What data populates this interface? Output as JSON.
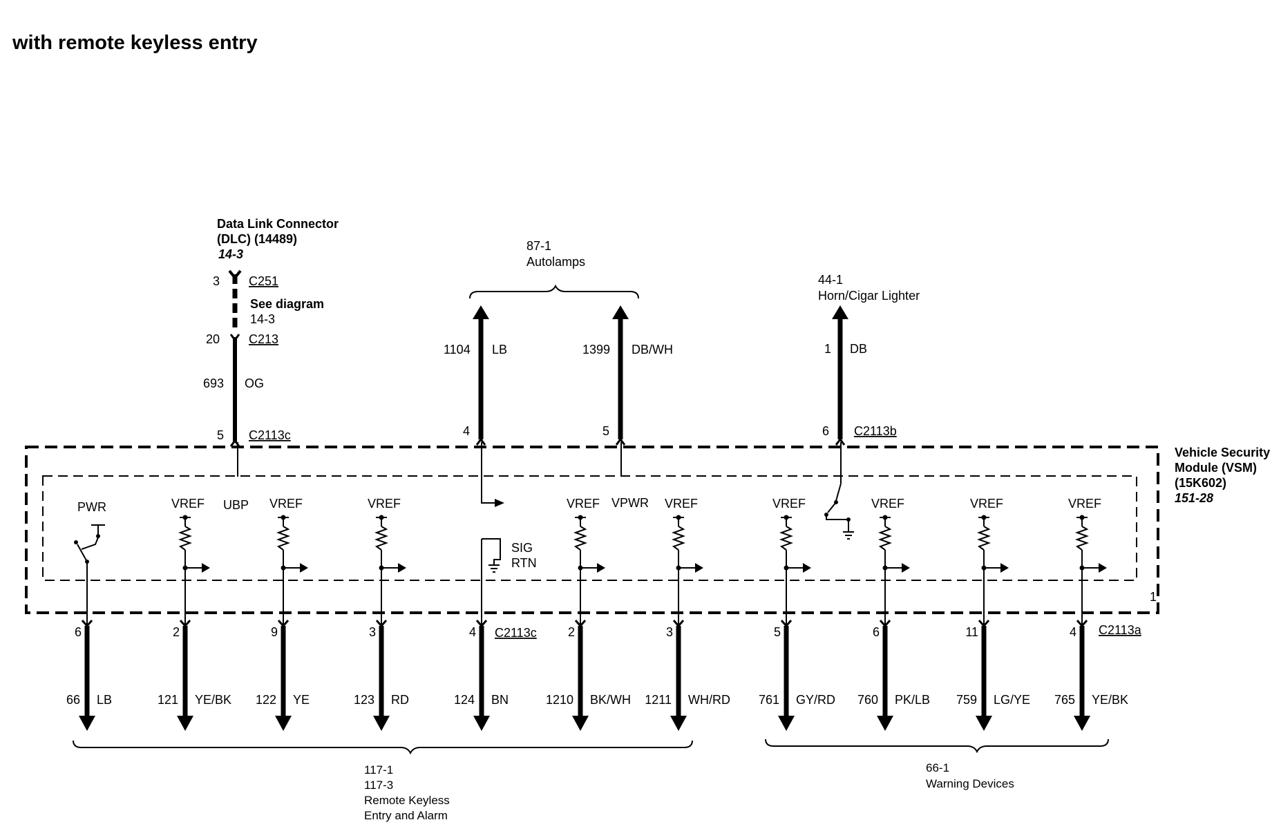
{
  "title": "with remote keyless entry",
  "dlc": {
    "name_line1": "Data Link Connector",
    "name_line2": "(DLC) (14489)",
    "ref": "14-3",
    "pin_top": "3",
    "connector_top": "C251",
    "see_line1": "See diagram",
    "see_line2": "14-3",
    "pin_mid": "20",
    "connector_mid": "C213",
    "circuit": "693",
    "color": "OG",
    "pin_bottom": "5",
    "connector_bottom": "C2113c"
  },
  "autolamps": {
    "ref": "87-1",
    "label": "Autolamps",
    "wires": [
      {
        "circuit": "1104",
        "color": "LB",
        "pin": "4"
      },
      {
        "circuit": "1399",
        "color": "DB/WH",
        "pin": "5"
      }
    ]
  },
  "horn": {
    "ref": "44-1",
    "label": "Horn/Cigar Lighter",
    "circuit": "1",
    "color": "DB",
    "pin": "6",
    "connector": "C2113b"
  },
  "module": {
    "name_line1": "Vehicle Security",
    "name_line2": "Module (VSM)",
    "name_line3": "(15K602)",
    "ref": "151-28",
    "inner_pin": "1",
    "internal_labels": {
      "pwr": "PWR",
      "vref": "VREF",
      "ubp": "UBP",
      "vpwr": "VPWR",
      "sig": "SIG",
      "rtn": "RTN"
    }
  },
  "bottom_connectors": {
    "left": "C2113c",
    "right": "C2113a"
  },
  "bottom_wires": [
    {
      "pin": "6",
      "circuit": "66",
      "color": "LB"
    },
    {
      "pin": "2",
      "circuit": "121",
      "color": "YE/BK"
    },
    {
      "pin": "9",
      "circuit": "122",
      "color": "YE"
    },
    {
      "pin": "3",
      "circuit": "123",
      "color": "RD"
    },
    {
      "pin": "4",
      "circuit": "124",
      "color": "BN"
    },
    {
      "pin": "2",
      "circuit": "1210",
      "color": "BK/WH"
    },
    {
      "pin": "3",
      "circuit": "1211",
      "color": "WH/RD"
    },
    {
      "pin": "5",
      "circuit": "761",
      "color": "GY/RD"
    },
    {
      "pin": "6",
      "circuit": "760",
      "color": "PK/LB"
    },
    {
      "pin": "11",
      "circuit": "759",
      "color": "LG/YE"
    },
    {
      "pin": "4",
      "circuit": "765",
      "color": "YE/BK"
    }
  ],
  "rke_group": {
    "ref1": "117-1",
    "ref2": "117-3",
    "label1": "Remote Keyless",
    "label2": "Entry and Alarm"
  },
  "warning_group": {
    "ref": "66-1",
    "label": "Warning Devices"
  }
}
